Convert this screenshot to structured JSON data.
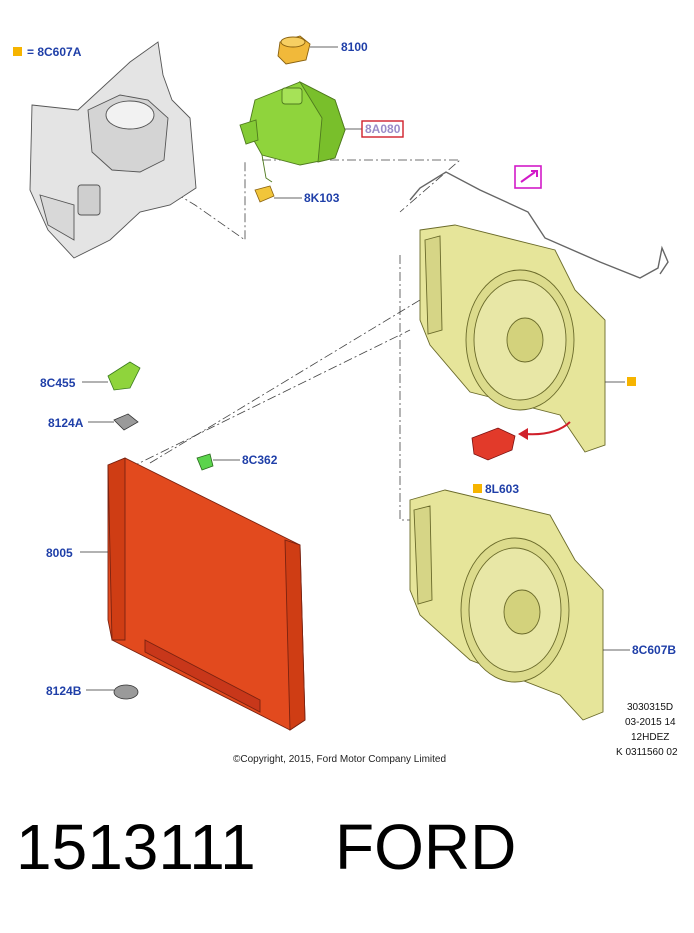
{
  "colors": {
    "label": "#1f3fa8",
    "legend_square": "#f6b400",
    "highlight_box": "#d0202a",
    "highlight_text": "#9b8cc8",
    "magenta_icon": "#d21ac8",
    "tank": "#8fd43c",
    "radiator": "#e24a1e",
    "shroud": "#e6e59a",
    "bracket": "#e4e4e4",
    "cap": "#f1b93a"
  },
  "legend": {
    "label": "= 8C607A",
    "icon": "square-marker-icon"
  },
  "callouts": {
    "cap": "8100",
    "tank": "8A080",
    "tank_hose": "8K103",
    "bracket_top": "8C455",
    "grommet_top": "8124A",
    "clip": "8C362",
    "radiator": "8005",
    "grommet_bottom": "8124B",
    "resistor": "8L603",
    "shroud_bottom": "8C607B"
  },
  "drawing_info": [
    "3030315D",
    "03-2015 14",
    "12HDEZ",
    "K 0311560 02"
  ],
  "copyright": "©Copyright, 2015, Ford Motor Company Limited",
  "part_number": "1513111",
  "brand": "FORD"
}
